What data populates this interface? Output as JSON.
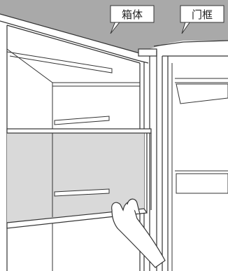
{
  "figure": {
    "callouts": [
      {
        "id": "cabinet",
        "label": "箱体"
      },
      {
        "id": "door-frame",
        "label": "门框"
      }
    ],
    "colors": {
      "background": "#ffffff",
      "ceiling": "#a9a9a9",
      "interior_shade": "#d9d9d9",
      "line": "#333333",
      "callout_fill": "#ffffff"
    }
  }
}
